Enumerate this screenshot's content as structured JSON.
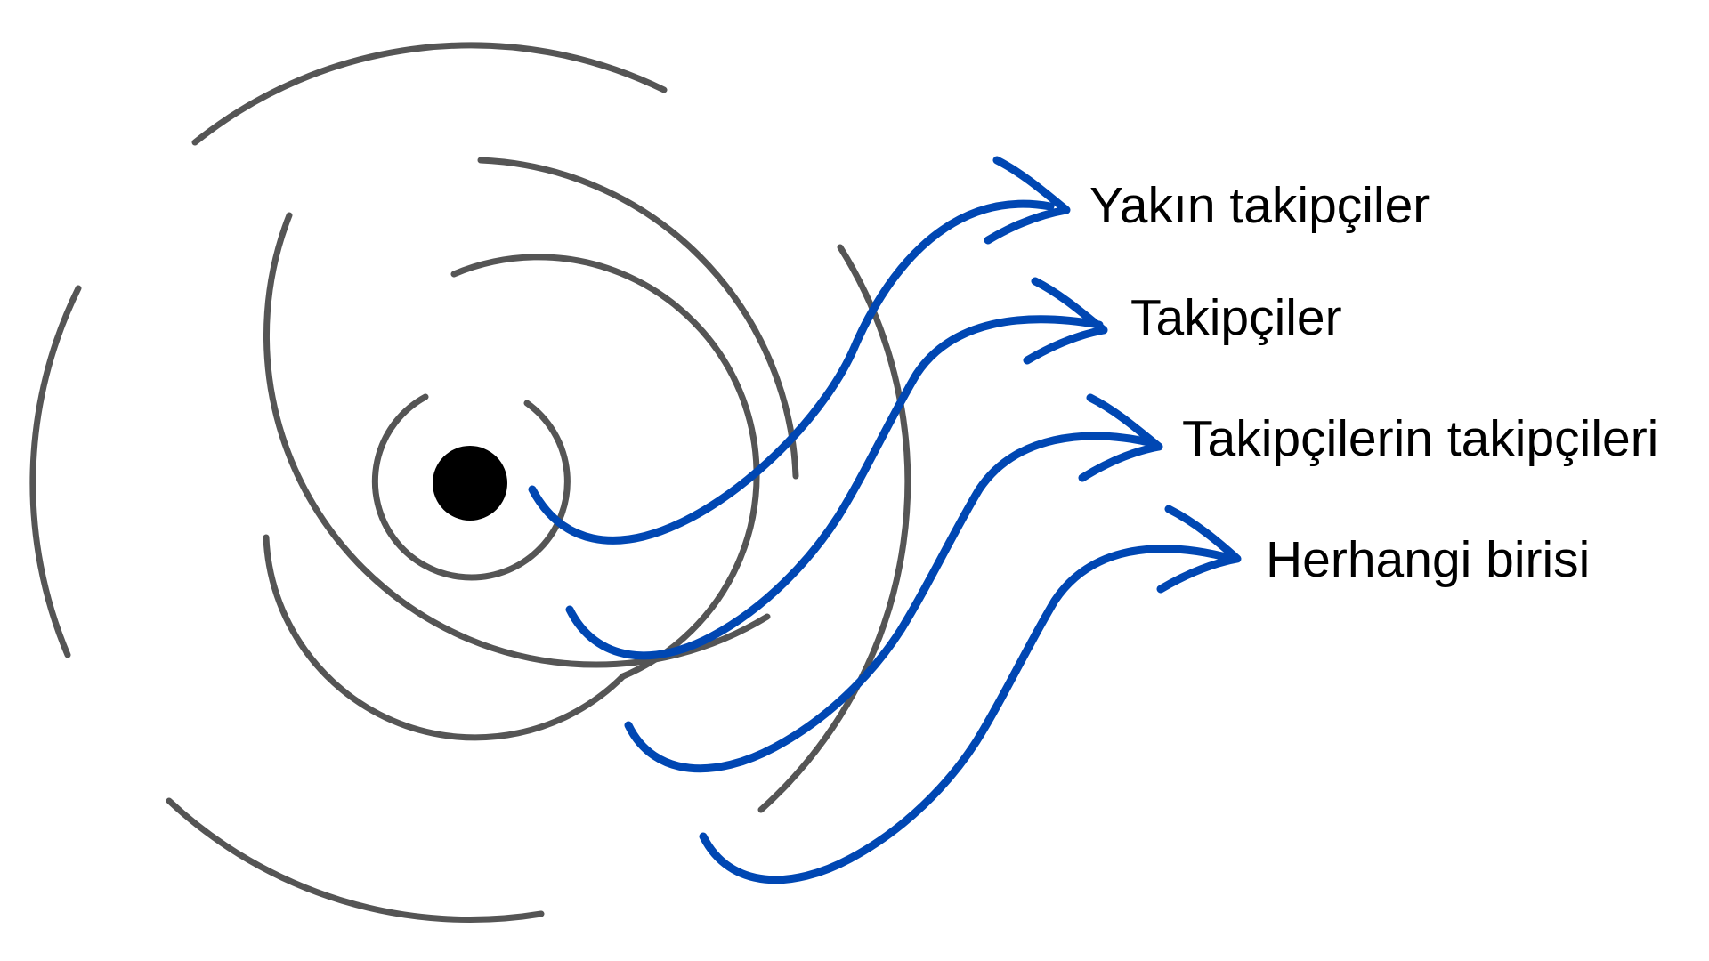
{
  "diagram": {
    "colors": {
      "background": "#ffffff",
      "rings": "#555555",
      "arrows": "#0047b3",
      "center": "#000000"
    },
    "labels": [
      "Yakın takipçiler",
      "Takipçiler",
      "Takipçilerin takipçileri",
      "Herhangi birisi"
    ]
  }
}
